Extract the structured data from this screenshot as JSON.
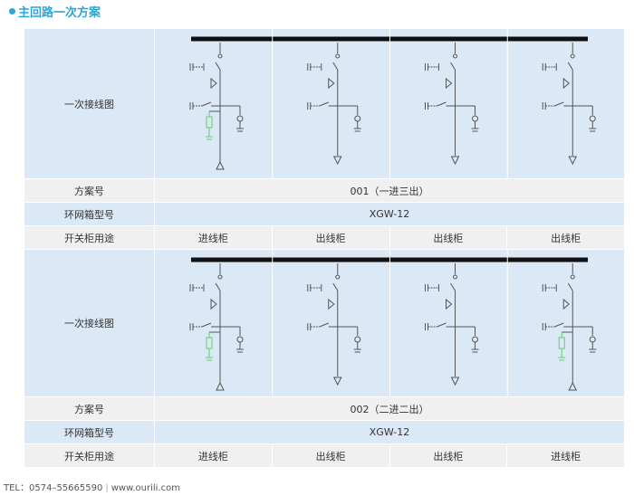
{
  "title": "主回路一次方案",
  "row_labels": {
    "diagram": "一次接线图",
    "scheme": "方案号",
    "model": "环网箱型号",
    "usage": "开关柜用途"
  },
  "section1": {
    "scheme": "001（一进三出）",
    "model": "XGW-12",
    "usages": [
      "进线柜",
      "出线柜",
      "出线柜",
      "出线柜"
    ],
    "cabinets": [
      "incoming",
      "outgoing",
      "outgoing",
      "outgoing"
    ]
  },
  "section2": {
    "scheme": "002（二进二出）",
    "model": "XGW-12",
    "usages": [
      "进线柜",
      "出线柜",
      "出线柜",
      "进线柜"
    ],
    "cabinets": [
      "incoming",
      "outgoing",
      "outgoing",
      "incoming"
    ]
  },
  "footer": {
    "tel": "TEL：0574–55665590",
    "web": "www.ourili.com"
  },
  "colors": {
    "accent": "#2aa6d8",
    "blue_row": "#dbe8f5",
    "gray_row": "#f0f0f0",
    "arrester": "#66cc66"
  }
}
